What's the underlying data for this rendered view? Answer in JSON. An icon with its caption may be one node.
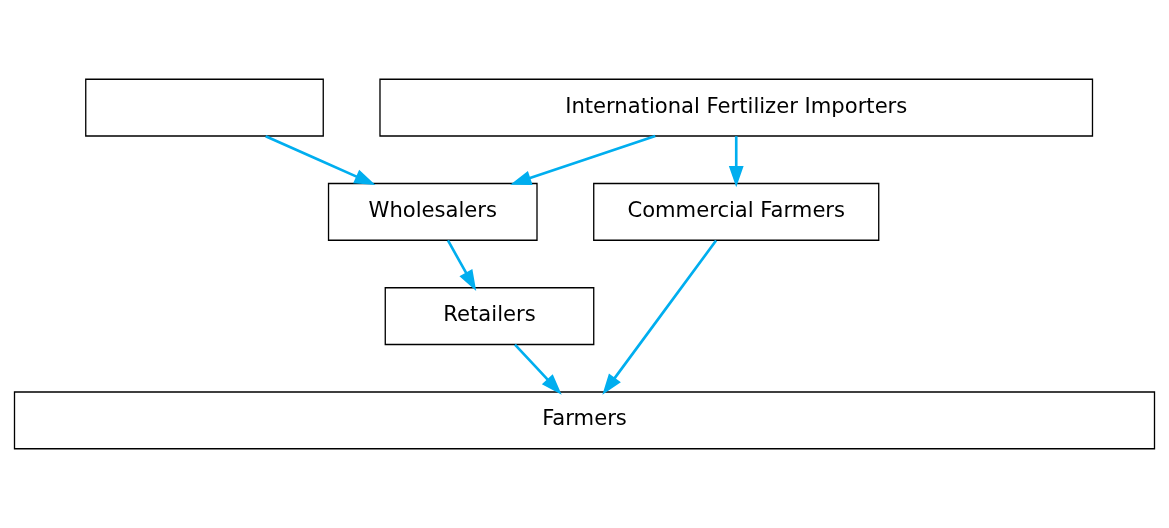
{
  "diagram": {
    "nodes": [
      {
        "text": [],
        "shape": "box"
      },
      {
        "text": [
          "International Fertilizer Importers"
        ]
      },
      {
        "text": [
          "Wholesalers"
        ]
      },
      {
        "text": [
          "Commercial Farmers"
        ]
      },
      {
        "text": [
          "Retailers"
        ]
      },
      {
        "text": [
          "Farmers"
        ]
      }
    ],
    "edges": [
      {
        "from": 0,
        "to": 2,
        "arrow": "to"
      },
      {
        "from": 1,
        "to": 2,
        "arrow": "to"
      },
      {
        "from": 1,
        "to": 3,
        "arrow": "to"
      },
      {
        "from": 2,
        "to": 4,
        "arrow": "to"
      },
      {
        "from": 4,
        "to": 5,
        "arrow": "to"
      },
      {
        "from": 3,
        "to": 5,
        "arrow": "to"
      }
    ]
  }
}
